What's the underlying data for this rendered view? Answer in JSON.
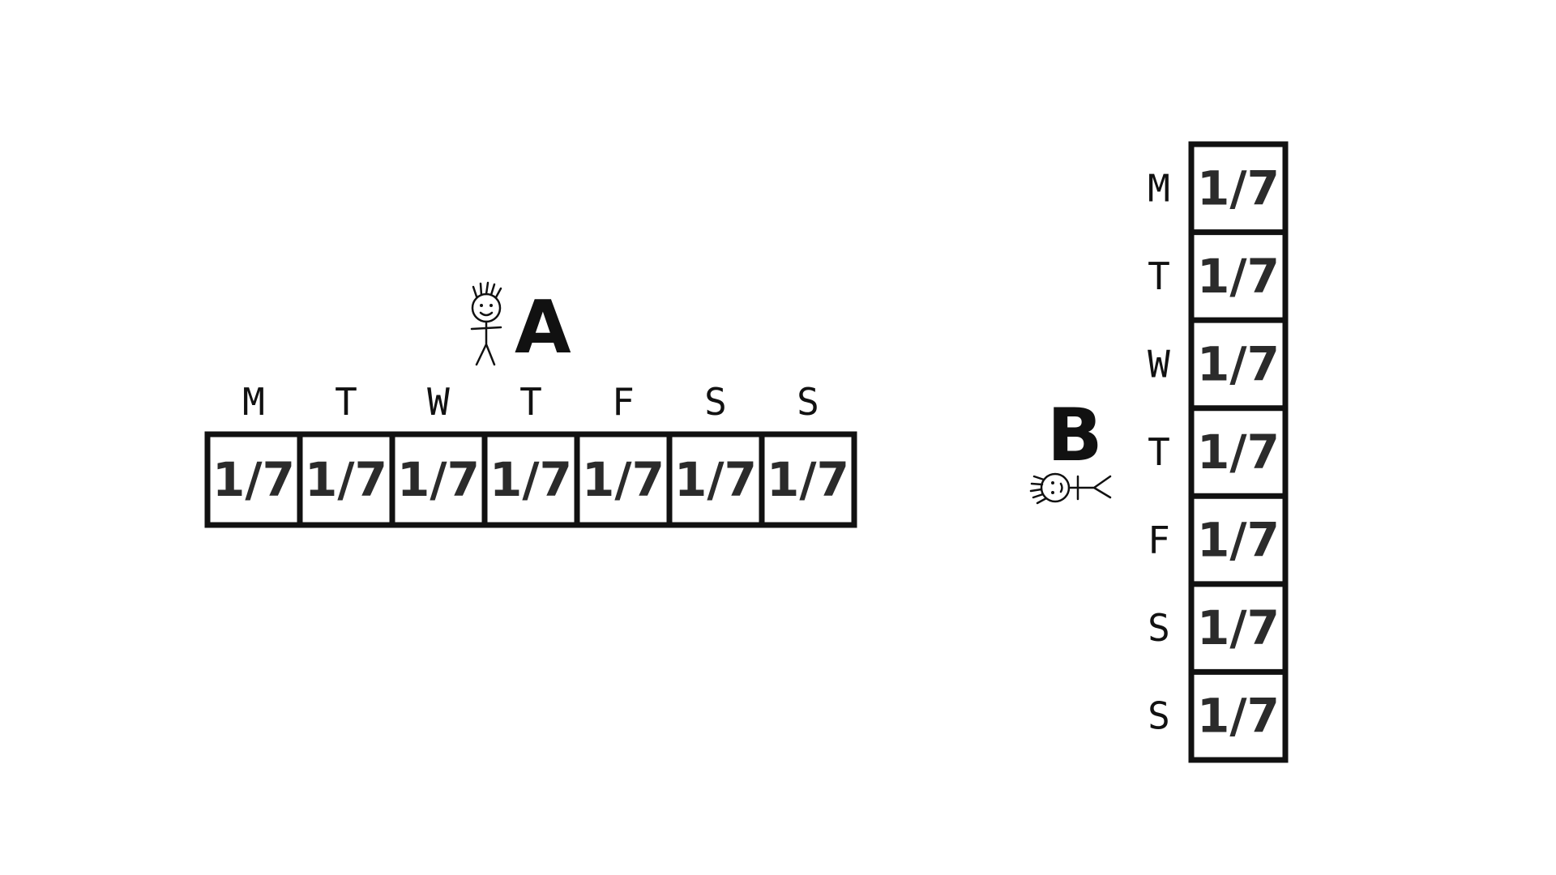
{
  "person_a": {
    "label": "A",
    "days": [
      "M",
      "T",
      "W",
      "T",
      "F",
      "S",
      "S"
    ],
    "cells": [
      "1/7",
      "1/7",
      "1/7",
      "1/7",
      "1/7",
      "1/7",
      "1/7"
    ]
  },
  "person_b": {
    "label": "B",
    "days": [
      "M",
      "T",
      "W",
      "T",
      "F",
      "S",
      "S"
    ],
    "cells": [
      "1/7",
      "1/7",
      "1/7",
      "1/7",
      "1/7",
      "1/7",
      "1/7"
    ]
  },
  "colors": {
    "ink": "#111111",
    "value_ink": "#2b2b2b",
    "background": "#ffffff"
  },
  "icons": {
    "person_a": "stick-figure-standing-icon",
    "person_b": "stick-figure-sideways-icon"
  }
}
